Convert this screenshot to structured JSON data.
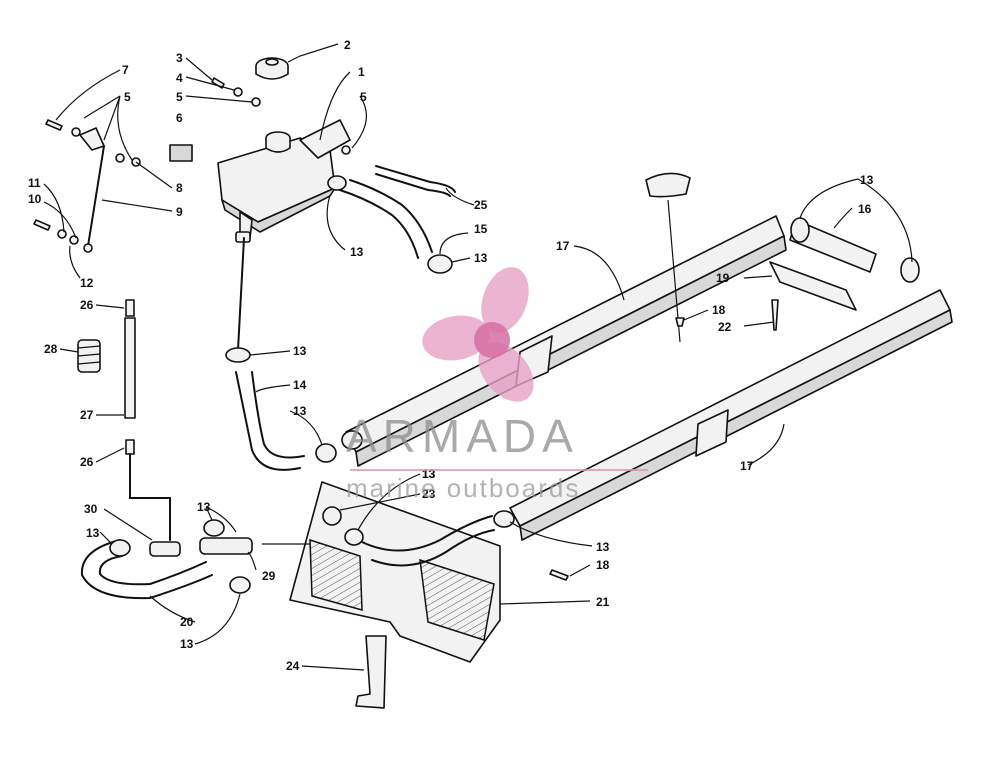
{
  "watermark": {
    "brand": "ARMADA",
    "tagline": "marine outboards",
    "accent_color": "#e093b8"
  },
  "callouts": [
    "1",
    "2",
    "3",
    "4",
    "5",
    "5",
    "5",
    "6",
    "7",
    "8",
    "9",
    "10",
    "11",
    "12",
    "13",
    "13",
    "13",
    "13",
    "13",
    "13",
    "13",
    "13",
    "13",
    "13",
    "13",
    "14",
    "15",
    "16",
    "17",
    "17",
    "18",
    "18",
    "19",
    "20",
    "21",
    "22",
    "23",
    "24",
    "25",
    "26",
    "26",
    "27",
    "28",
    "29",
    "30"
  ]
}
